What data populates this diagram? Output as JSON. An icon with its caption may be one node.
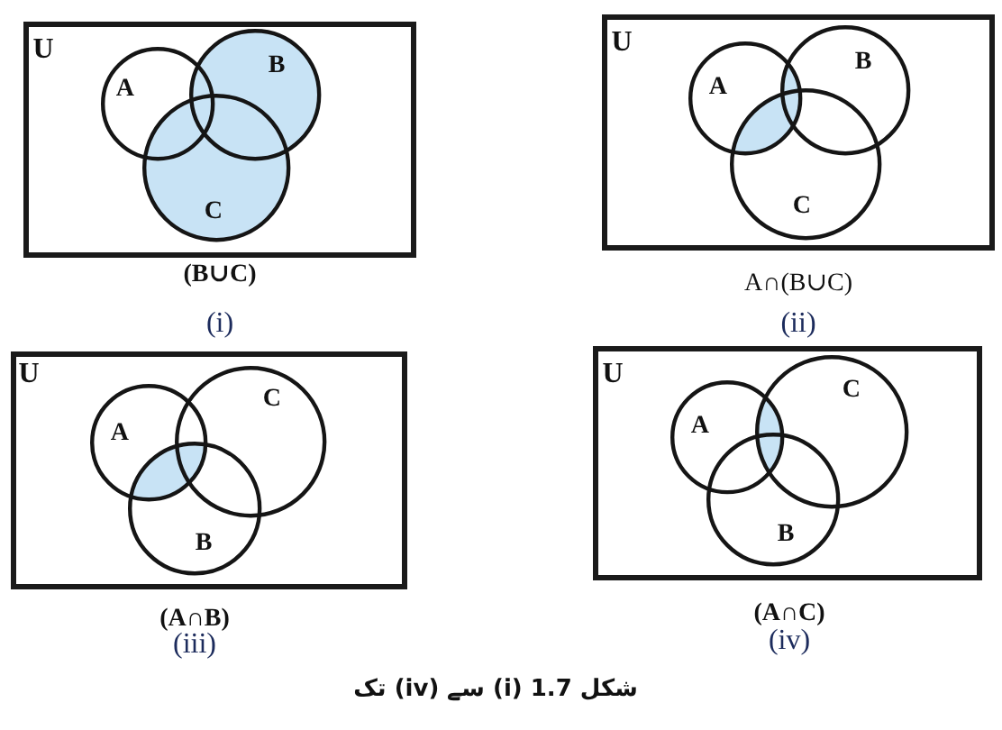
{
  "diagram": {
    "caption": "شکل 1.7 (i) سے (iv) تک",
    "nodes": [
      {
        "text": [
          "U"
        ],
        "beside": [
          "(B∪C)",
          "(i)"
        ]
      },
      {
        "text": [
          "A"
        ],
        "in": 0
      },
      {
        "text": [
          "B"
        ],
        "in": 0
      },
      {
        "text": [
          "C"
        ],
        "in": 0
      },
      {
        "text": [
          "U"
        ],
        "beside": [
          "A∩(B∪C)",
          "(ii)"
        ]
      },
      {
        "text": [
          "A"
        ],
        "in": 4
      },
      {
        "text": [
          "B"
        ],
        "in": 4
      },
      {
        "text": [
          "C"
        ],
        "in": 4
      },
      {
        "text": [
          "U"
        ],
        "beside": [
          "(A∩B)",
          "(iii)"
        ]
      },
      {
        "text": [
          "A"
        ],
        "in": 8
      },
      {
        "text": [
          "C"
        ],
        "in": 8
      },
      {
        "text": [
          "B"
        ],
        "in": 8
      },
      {
        "text": [
          "U"
        ],
        "beside": [
          "(A∩C)",
          "(iv)"
        ]
      },
      {
        "text": [
          "A"
        ],
        "in": 12
      },
      {
        "text": [
          "C"
        ],
        "in": 12
      },
      {
        "text": [
          "B"
        ],
        "in": 12
      }
    ]
  }
}
